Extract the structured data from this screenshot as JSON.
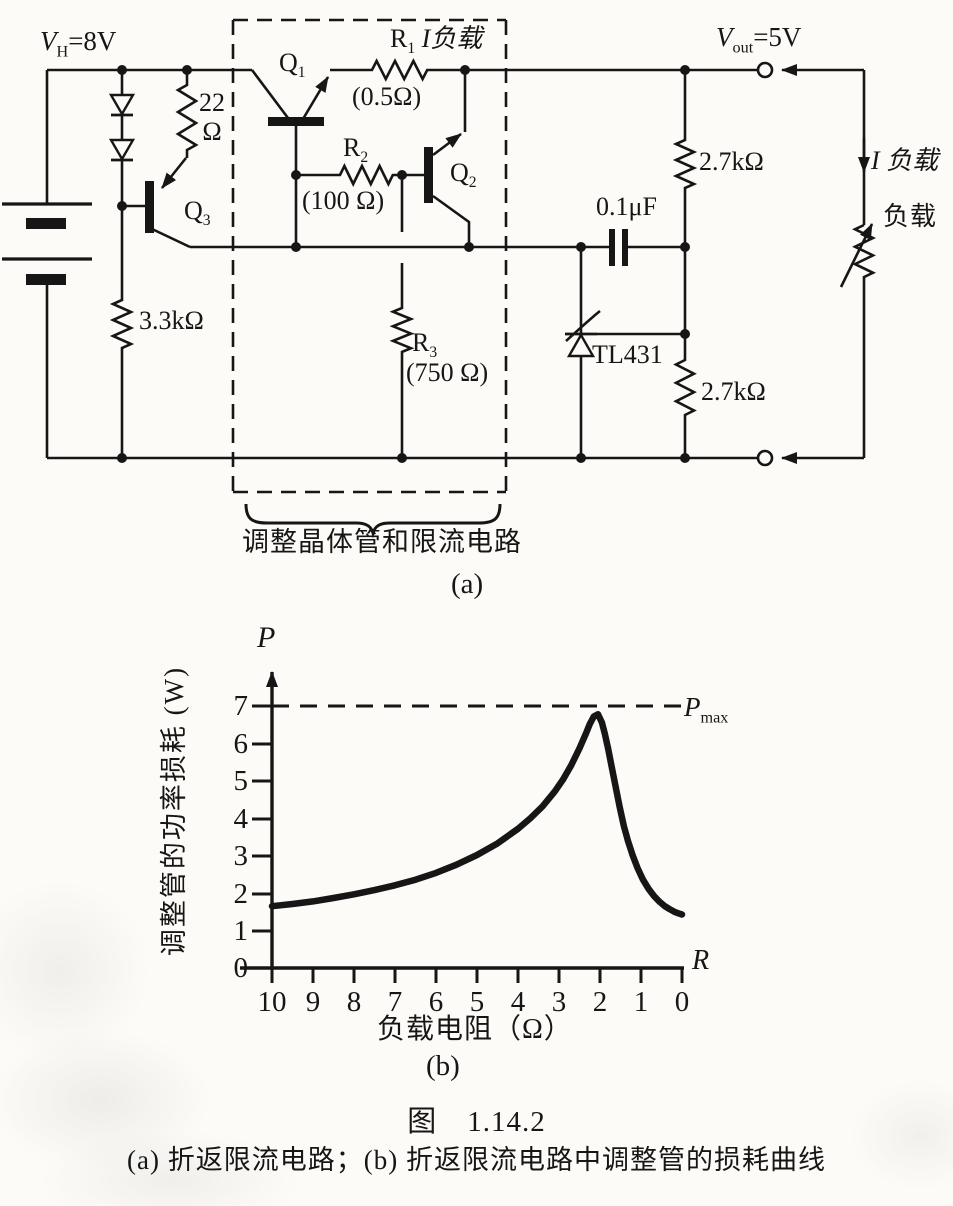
{
  "figure": {
    "circuit": {
      "vh": {
        "base": "V",
        "sub": "H",
        "rest": "=8V"
      },
      "vout": {
        "base": "V",
        "sub": "out",
        "rest": "=5V"
      },
      "r22_line1": "22",
      "r22_line2": "Ω",
      "q1": {
        "base": "Q",
        "sub": "1"
      },
      "q2": {
        "base": "Q",
        "sub": "2"
      },
      "q3": {
        "base": "Q",
        "sub": "3"
      },
      "r1": {
        "base": "R",
        "sub": "1"
      },
      "r1_current": "I负载",
      "r1_value": "(0.5Ω)",
      "r2": {
        "base": "R",
        "sub": "2"
      },
      "r2_value": "(100 Ω)",
      "r3": {
        "base": "R",
        "sub": "3"
      },
      "r3_value": "(750 Ω)",
      "r_bias": "3.3kΩ",
      "cap_value": "0.1μF",
      "ic_name": "TL431",
      "r_div_top": "2.7kΩ",
      "r_div_bottom": "2.7kΩ",
      "load_current": "I 负载",
      "load_name": "负载",
      "block_caption": "调整晶体管和限流电路",
      "sublabel": "(a)"
    },
    "caption": {
      "fig": "图　1.14.2",
      "desc": "(a) 折返限流电路；(b) 折返限流电路中调整管的损耗曲线"
    }
  },
  "chart_data": {
    "type": "line",
    "title": "",
    "xlabel": "负载电阻（Ω）",
    "ylabel": "调整管的功率损耗 (W)",
    "x_axis_letter": "R",
    "y_axis_letter": "P",
    "sublabel": "(b)",
    "x_direction": "reversed",
    "xlim": [
      10,
      0
    ],
    "ylim": [
      0,
      7
    ],
    "x_tick_labels": [
      "10",
      "9",
      "8",
      "7",
      "6",
      "5",
      "4",
      "3",
      "2",
      "1",
      "0"
    ],
    "y_tick_labels": [
      "7",
      "6",
      "5",
      "4",
      "3",
      "2",
      "1",
      "0"
    ],
    "annotation": {
      "base": "P",
      "sub": "max",
      "value_w": 7
    },
    "peak": {
      "R": 2.1,
      "P": 6.8
    },
    "curve": [
      [
        10,
        1.65
      ],
      [
        9.5,
        1.71
      ],
      [
        9,
        1.78
      ],
      [
        8.5,
        1.87
      ],
      [
        8,
        1.97
      ],
      [
        7.5,
        2.08
      ],
      [
        7,
        2.21
      ],
      [
        6.5,
        2.36
      ],
      [
        6,
        2.54
      ],
      [
        5.5,
        2.76
      ],
      [
        5,
        3.02
      ],
      [
        4.5,
        3.33
      ],
      [
        4,
        3.72
      ],
      [
        3.7,
        4.0
      ],
      [
        3.4,
        4.32
      ],
      [
        3.1,
        4.72
      ],
      [
        2.9,
        5.04
      ],
      [
        2.7,
        5.42
      ],
      [
        2.5,
        5.87
      ],
      [
        2.35,
        6.25
      ],
      [
        2.25,
        6.52
      ],
      [
        2.15,
        6.72
      ],
      [
        2.05,
        6.78
      ],
      [
        1.95,
        6.55
      ],
      [
        1.88,
        6.25
      ],
      [
        1.8,
        5.85
      ],
      [
        1.72,
        5.4
      ],
      [
        1.62,
        4.85
      ],
      [
        1.52,
        4.3
      ],
      [
        1.42,
        3.8
      ],
      [
        1.32,
        3.4
      ],
      [
        1.2,
        3.0
      ],
      [
        1.08,
        2.66
      ],
      [
        0.95,
        2.36
      ],
      [
        0.82,
        2.12
      ],
      [
        0.68,
        1.92
      ],
      [
        0.55,
        1.77
      ],
      [
        0.42,
        1.65
      ],
      [
        0.3,
        1.57
      ],
      [
        0.18,
        1.5
      ],
      [
        0.08,
        1.46
      ],
      [
        0,
        1.43
      ]
    ]
  }
}
